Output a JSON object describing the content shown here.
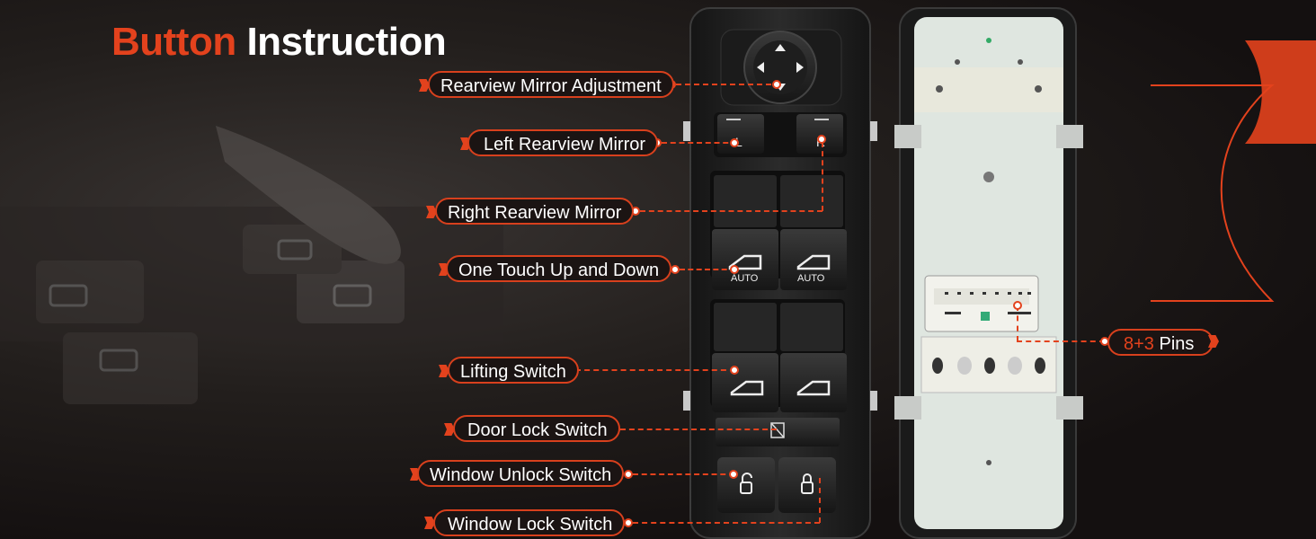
{
  "title": {
    "part1": "Button",
    "part2": "Instruction"
  },
  "labels": {
    "mirror_adjust": "Rearview Mirror Adjustment",
    "left_mirror": "Left Rearview Mirror",
    "right_mirror": "Right Rearview Mirror",
    "one_touch": "One Touch Up and Down",
    "lifting": "Lifting Switch",
    "door_lock": "Door Lock Switch",
    "window_unlock": "Window Unlock Switch",
    "window_lock": "Window Lock Switch"
  },
  "pins": {
    "count": "8+3",
    "word": "Pins"
  },
  "switch": {
    "auto_left": "AUTO",
    "auto_right": "AUTO",
    "left_mirror_letter": "L",
    "right_mirror_letter": "R"
  },
  "icons": [
    "finger-photo",
    "mirror-joystick",
    "window-icon",
    "lock-icon",
    "unlock-icon",
    "door-lock-icon",
    "connector"
  ],
  "colors": {
    "accent": "#e3421d",
    "background": "#141010",
    "switch_body": "#1e1e1e",
    "pcb": "#dfe6e0"
  }
}
